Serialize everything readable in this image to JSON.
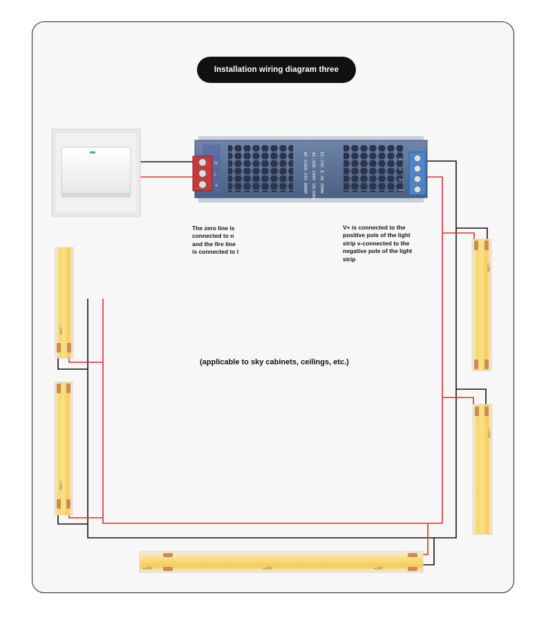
{
  "title": "Installation wiring diagram three",
  "notes": {
    "ac_side": "The zero line is\nconnected to n\nand the fire line\nis connected to l",
    "dc_side": "V+ is connected to the\npositive pole of the light\nstrip v-connected to the\nnegative pole of the light\nstrip"
  },
  "caption": "(applicable to sky cabinets, ceilings, etc.)",
  "driver": {
    "label_lines": [
      "WF-V200-24V-B00M",
      "AC:100-240V 50/60Hz",
      "DC:24V 8.3A 200W"
    ],
    "ac_terminals": [
      "N",
      "L",
      "⏚"
    ],
    "dc_terminals": [
      "V-",
      "V-",
      "V+",
      "V+"
    ]
  },
  "strip_marking": "+24V",
  "colors": {
    "live_wire": "#e52a2a",
    "neutral_wire": "#111111",
    "driver_body": "#5b7196",
    "strip_glow": "#f6cf5a",
    "switch_led": "#22c55e"
  }
}
